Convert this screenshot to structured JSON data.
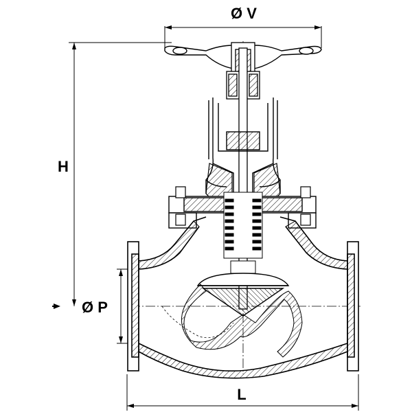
{
  "labels": {
    "diameter_v": "Ø V",
    "height_h": "H",
    "diameter_p": "Ø P",
    "length_l": "L"
  },
  "colors": {
    "line": "#000000",
    "background": "#ffffff",
    "hatch": "#000000"
  }
}
